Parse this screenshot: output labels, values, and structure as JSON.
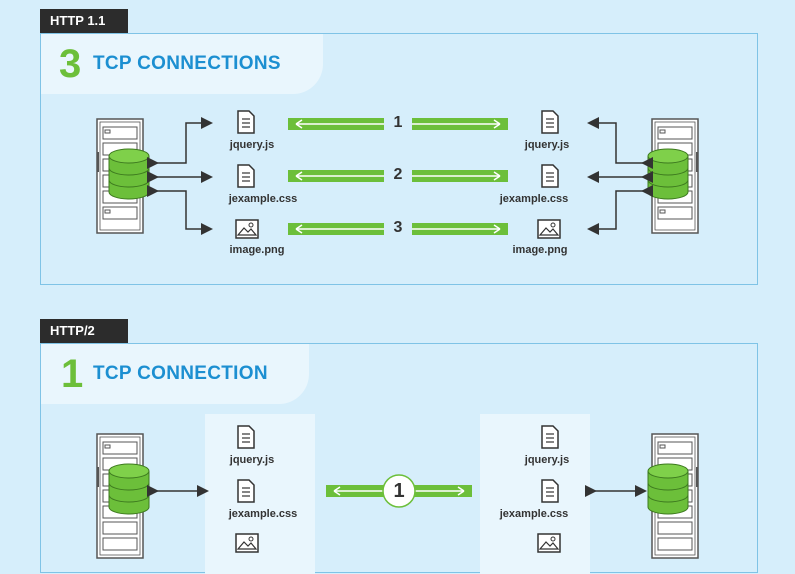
{
  "http11": {
    "tag": "HTTP 1.1",
    "number": "3",
    "title": "TCP CONNECTIONS",
    "files": [
      "jquery.js",
      "jexample.css",
      "image.png"
    ],
    "connections": [
      "1",
      "2",
      "3"
    ]
  },
  "http2": {
    "tag": "HTTP/2",
    "number": "1",
    "title": "TCP CONNECTION",
    "files": [
      "jquery.js",
      "jexample.css"
    ],
    "connection": "1"
  },
  "colors": {
    "accent_green": "#6cbf3a",
    "title_blue": "#1c8fd1",
    "background": "#d6eefb",
    "panel_border": "#7fc3e6",
    "tag_dark": "#2c2c2c"
  }
}
